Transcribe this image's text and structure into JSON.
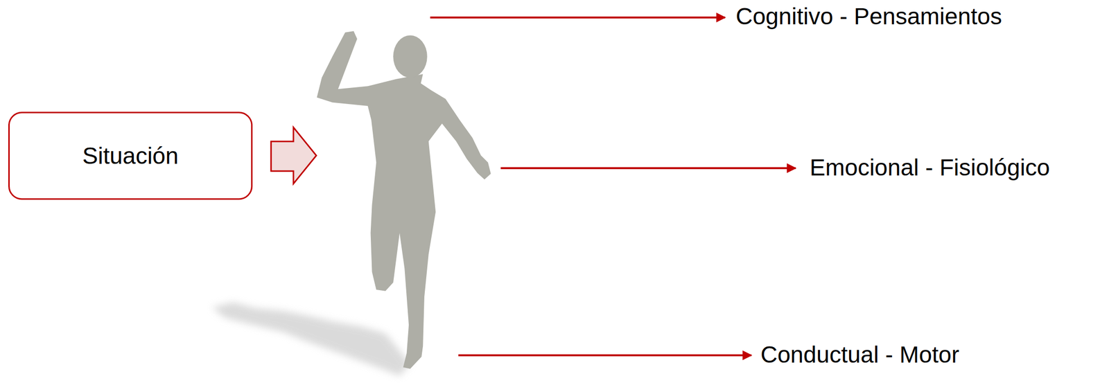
{
  "diagram": {
    "nodes": [
      {
        "text": [
          "Situación"
        ]
      }
    ],
    "labels": [
      "Cognitivo - Pensamientos",
      "Emocional - Fisiológico",
      "Conductual - Motor"
    ]
  }
}
